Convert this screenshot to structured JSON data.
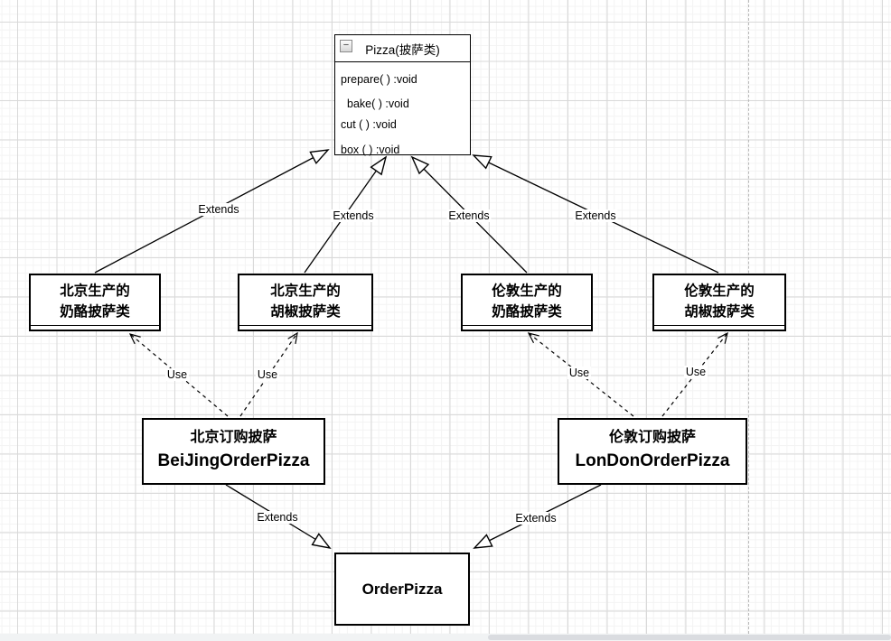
{
  "diagram": {
    "pizza_class": {
      "title": "Pizza(披萨类)",
      "collapse_glyph": "−",
      "methods": [
        "prepare( ) :void",
        "bake( ) :void",
        "cut ( ) :void",
        "box ( ) :void"
      ]
    },
    "factories": [
      {
        "line1": "北京生产的",
        "line2": "奶酪披萨类"
      },
      {
        "line1": "北京生产的",
        "line2": "胡椒披萨类"
      },
      {
        "line1": "伦敦生产的",
        "line2": "奶酪披萨类"
      },
      {
        "line1": "伦敦生产的",
        "line2": "胡椒披萨类"
      }
    ],
    "orderers": [
      {
        "line1": "北京订购披萨",
        "line2": "BeiJingOrderPizza"
      },
      {
        "line1": "伦敦订购披萨",
        "line2": "LonDonOrderPizza"
      }
    ],
    "base_class": {
      "title": "OrderPizza"
    },
    "edge_labels": {
      "extends": "Extends",
      "use": "Use"
    }
  },
  "colors": {
    "node_border": "#000000",
    "grid_major": "#d9d9d9",
    "grid_minor": "#f3f3f3",
    "page_break": "#b9b9b9",
    "scrollbar_track": "#f1f3f4",
    "scrollbar_thumb": "#dadce0"
  }
}
